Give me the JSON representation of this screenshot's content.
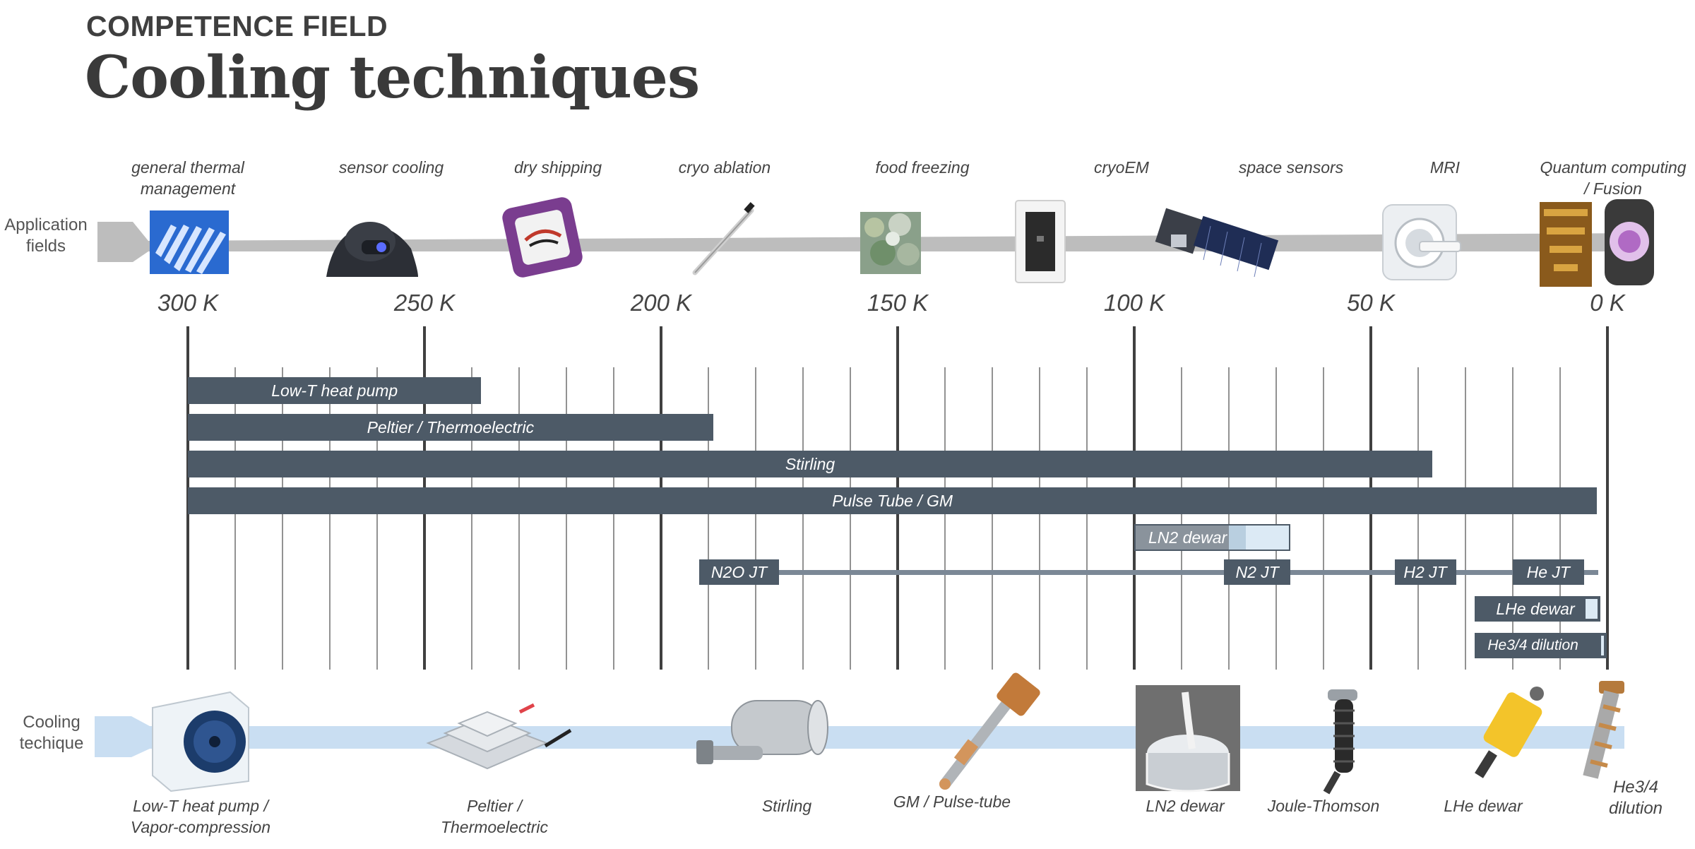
{
  "header": {
    "eyebrow": "COMPETENCE FIELD",
    "title": "Cooling techniques"
  },
  "bands": {
    "application_label_line1": "Application",
    "application_label_line2": "fields",
    "cooling_label_line1": "Cooling",
    "cooling_label_line2": "techique"
  },
  "application_fields": [
    {
      "line1": "general thermal",
      "line2": "management",
      "icon": "heatsink-icon"
    },
    {
      "line1": "sensor cooling",
      "line2": "",
      "icon": "night-vision-soldier-icon"
    },
    {
      "line1": "dry shipping",
      "line2": "",
      "icon": "shipping-box-icon"
    },
    {
      "line1": "cryo ablation",
      "line2": "",
      "icon": "ablation-probe-icon"
    },
    {
      "line1": "food freezing",
      "line2": "",
      "icon": "frozen-food-icon"
    },
    {
      "line1": "cryoEM",
      "line2": "",
      "icon": "electron-microscope-icon"
    },
    {
      "line1": "space sensors",
      "line2": "",
      "icon": "satellite-icon"
    },
    {
      "line1": "MRI",
      "line2": "",
      "icon": "mri-scanner-icon"
    },
    {
      "line1": "Quantum computing",
      "line2": "/ Fusion",
      "icon": "quantum-computer-icon"
    }
  ],
  "temperature_axis": [
    "300 K",
    "250 K",
    "200 K",
    "150 K",
    "100 K",
    "50 K",
    "0 K"
  ],
  "bars": [
    {
      "label": "Low-T heat pump",
      "from_K": 300,
      "to_K": 238
    },
    {
      "label": "Peltier / Thermoelectric",
      "from_K": 300,
      "to_K": 189
    },
    {
      "label": "Stirling",
      "from_K": 300,
      "to_K": 37
    },
    {
      "label": "Pulse Tube / GM",
      "from_K": 300,
      "to_K": 2.2
    }
  ],
  "ln2_dewar": {
    "label": "LN2 dewar",
    "from_K": 100,
    "to_K": 67,
    "light_from_K": 80
  },
  "jt_line": {
    "from_K": 192,
    "to_K": 2,
    "segments": [
      {
        "label": "N2O JT",
        "from_K": 192,
        "to_K": 175
      },
      {
        "label": "N2 JT",
        "from_K": 81,
        "to_K": 67
      },
      {
        "label": "H2 JT",
        "from_K": 45,
        "to_K": 32
      },
      {
        "label": "He JT",
        "from_K": 20,
        "to_K": 5
      }
    ]
  },
  "lhe_dewar": {
    "label": "LHe dewar",
    "from_K": 28,
    "to_K": 1.5,
    "light_from_K": 4
  },
  "dilution": {
    "label": "He3/4 dilution",
    "from_K": 28,
    "to_K": 0.2,
    "light_from_K": 0.8
  },
  "cooling_techniques": [
    {
      "line1": "Low-T heat pump /",
      "line2": "Vapor-compression",
      "icon": "heat-pump-unit-icon"
    },
    {
      "line1": "Peltier /",
      "line2": "Thermoelectric",
      "icon": "peltier-stack-icon"
    },
    {
      "line1": "Stirling",
      "line2": "",
      "icon": "stirling-cooler-icon"
    },
    {
      "line1": "GM / Pulse-tube",
      "line2": "",
      "icon": "pulse-tube-cryocooler-icon"
    },
    {
      "line1": "LN2 dewar",
      "line2": "",
      "icon": "ln2-dewar-icon"
    },
    {
      "line1": "Joule-Thomson",
      "line2": "",
      "icon": "jt-cooler-icon"
    },
    {
      "line1": "LHe dewar",
      "line2": "",
      "icon": "lhe-dewar-icon"
    },
    {
      "line1": "He3/4",
      "line2": "dilution",
      "icon": "dilution-refrigerator-icon"
    }
  ],
  "colors": {
    "bar": "#4d5a67",
    "bar_light": "#dceaf5",
    "bar_mid": "#b9cfe0",
    "dewar_gray": "#8a939c",
    "app_band": "#bdbdbd",
    "cool_band": "#c9def2",
    "major_grid": "#404040",
    "minor_grid": "#6f6f6f"
  }
}
